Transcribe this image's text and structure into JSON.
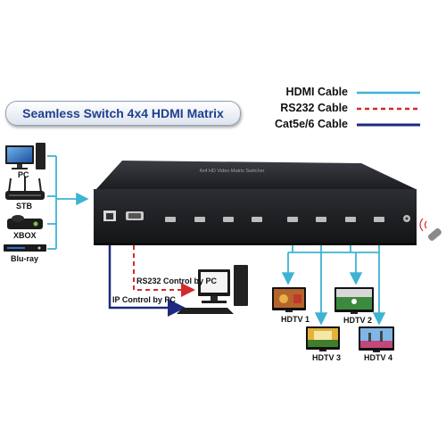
{
  "title": "Seamless Switch 4x4 HDMI Matrix",
  "legend": [
    {
      "label": "HDMI Cable",
      "color": "#3eb3d3",
      "style": "solid"
    },
    {
      "label": "RS232 Cable",
      "color": "#d22b2b",
      "style": "dashed"
    },
    {
      "label": "Cat5e/6 Cable",
      "color": "#1d2a80",
      "style": "solid"
    }
  ],
  "sources": [
    "PC",
    "STB",
    "XBOX",
    "Blu-ray"
  ],
  "control": {
    "rs232": "RS232 Control by PC",
    "ip": "IP Control by PC"
  },
  "displays": [
    "HDTV 1",
    "HDTV 2",
    "HDTV 3",
    "HDTV 4"
  ],
  "colors": {
    "hdmi": "#3eb3d3",
    "rs232": "#d22b2b",
    "cat": "#1d2a80",
    "title_text": "#1f3f8f"
  },
  "icons": [
    "monitor-icon",
    "router-icon",
    "console-icon",
    "blu-ray-icon",
    "remote-icon",
    "desktop-pc-icon",
    "hdtv-icon"
  ]
}
